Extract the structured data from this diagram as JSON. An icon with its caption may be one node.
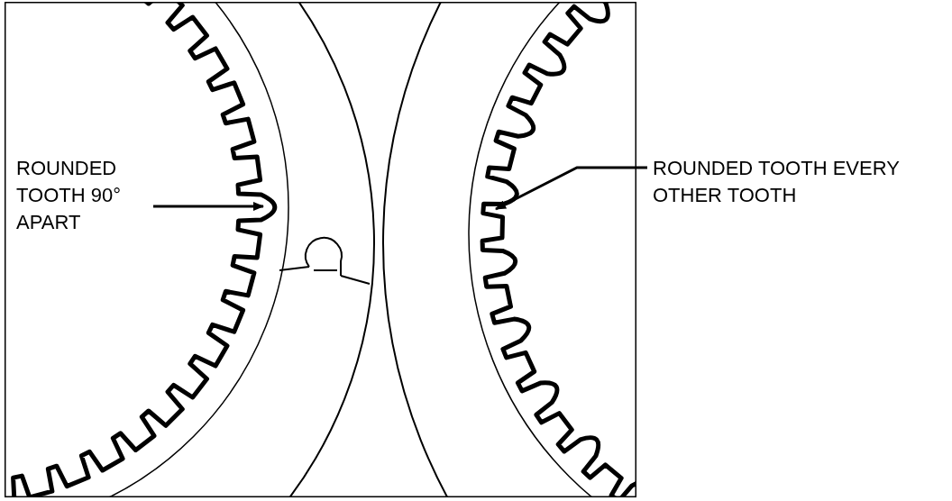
{
  "diagram": {
    "nodes": [
      {
        "text": [
          "ROUNDED TOOTH 90° APART"
        ]
      },
      {
        "text": [
          "ROUNDED TOOTH EVERY OTHER TOOTH"
        ]
      }
    ],
    "edges": [
      {
        "from": 0,
        "to": null,
        "arrow": "to"
      },
      {
        "from": 1,
        "to": null,
        "arrow": "to"
      }
    ]
  }
}
